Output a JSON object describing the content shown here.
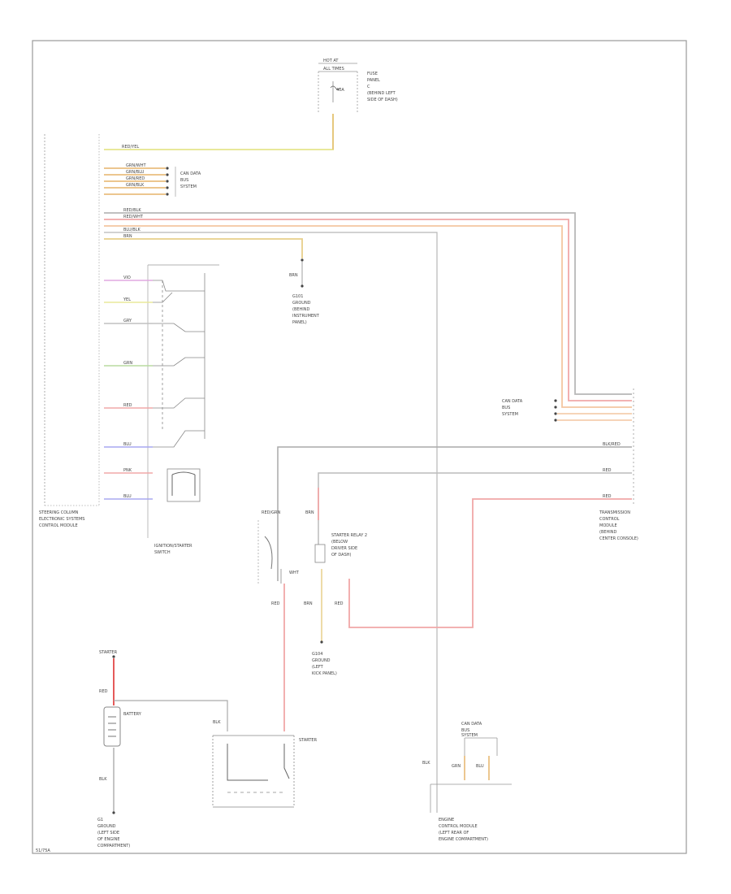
{
  "diagram": {
    "footer_code": "51/75A",
    "hot_at": [
      "HOT AT",
      "ALL TIMES"
    ],
    "fuse_label": "40A",
    "fuse_box": [
      "FUSE",
      "PANEL",
      "C",
      "(BEHIND LEFT",
      "SIDE OF DASH)"
    ],
    "ground_pnl": [
      "G101",
      "GROUND",
      "(BEHIND",
      "INSTRUMENT",
      "PANEL)"
    ],
    "central_module": [
      "STEERING COLUMN",
      "ELECTRONIC SYSTEMS",
      "CONTROL MODULE"
    ],
    "ignition_switch": [
      "IGNITION/STARTER",
      "SWITCH"
    ],
    "data_bus_left": [
      "CAN DATA",
      "BUS",
      "SYSTEM"
    ],
    "data_bus_right": [
      "CAN DATA",
      "BUS",
      "SYSTEM"
    ],
    "relay": [
      "STARTER RELAY 2",
      "(BELOW",
      "DRIVER SIDE",
      "OF DASH)"
    ],
    "ground_relay": [
      "G104",
      "GROUND",
      "(LEFT",
      "KICK PANEL)"
    ],
    "trans_module": [
      "TRANSMISSION",
      "CONTROL",
      "MODULE",
      "(BEHIND",
      "CENTER CONSOLE)"
    ],
    "battery": "BATTERY",
    "starter": "STARTER",
    "fusible_link": "STARTER",
    "ground_battery": [
      "G1",
      "GROUND",
      "(LEFT SIDE",
      "OF ENGINE",
      "COMPARTMENT)"
    ],
    "engine_module": [
      "ENGINE",
      "CONTROL MODULE",
      "(LEFT REAR OF",
      "ENGINE COMPARTMENT)"
    ],
    "data_bus_bottom": [
      "CAN DATA",
      "BUS",
      "SYSTEM"
    ],
    "wire_labels": {
      "yel": "RED/YEL",
      "grn1": "GRN/WHT",
      "grn2": "GRN/BLU",
      "grn3": "GRN/RED",
      "grn4": "GRN/BLK",
      "red_blk": "RED/BLK",
      "red_wht": "RED/WHT",
      "blu_blk": "BLU/BLK",
      "brn": "BRN",
      "vio": "VIO",
      "yel2": "YEL",
      "gry": "GRY",
      "grn": "GRN",
      "red": "RED",
      "blu": "BLU",
      "pnk": "PNK",
      "blu2": "BLU",
      "brn2": "BRN",
      "blk_red": "BLK/RED",
      "red2": "RED",
      "red3": "RED",
      "red_grn": "RED/GRN",
      "brn3": "BRN",
      "wht": "WHT",
      "brn4": "BRN",
      "red4": "RED",
      "red5": "RED",
      "blk": "BLK",
      "red6": "RED",
      "blk2": "BLK",
      "grn5": "GRN",
      "blu3": "BLU",
      "blk3": "BLK"
    }
  }
}
